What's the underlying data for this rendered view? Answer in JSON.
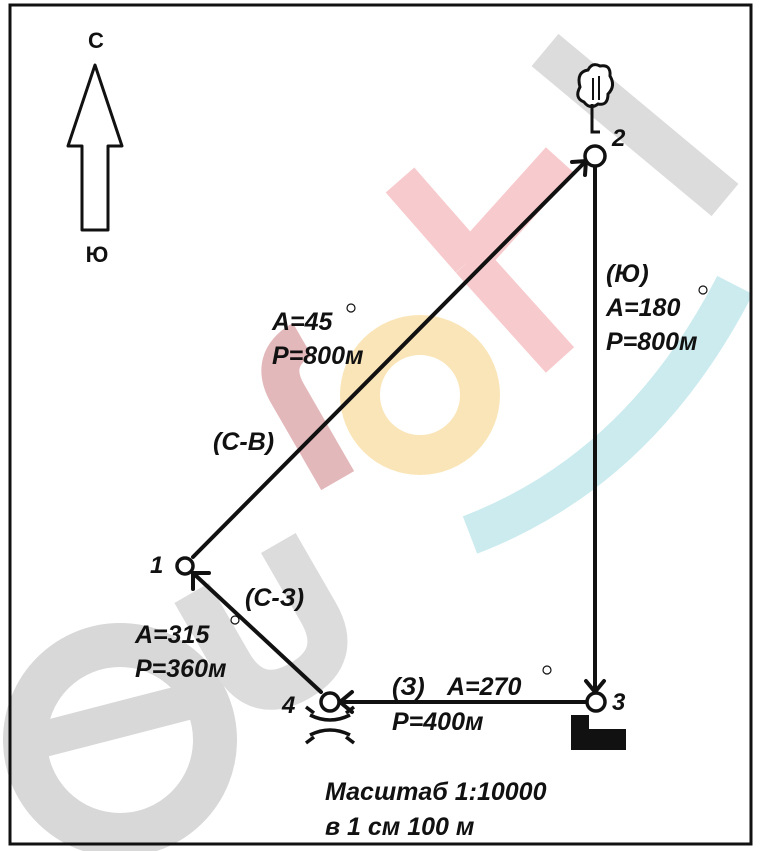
{
  "compass": {
    "north": "С",
    "south": "Ю"
  },
  "points": [
    {
      "id": "p1",
      "label": "1"
    },
    {
      "id": "p2",
      "label": "2"
    },
    {
      "id": "p3",
      "label": "3"
    },
    {
      "id": "p4",
      "label": "4"
    }
  ],
  "legs": {
    "leg_1_2": {
      "direction": "(С-В)",
      "azimuth": "А=45",
      "distance": "Р=800м"
    },
    "leg_2_3": {
      "direction": "(Ю)",
      "azimuth": "А=180",
      "distance": "Р=800м"
    },
    "leg_3_4": {
      "direction": "(З)",
      "azimuth": "А=270",
      "distance": "Р=400м"
    },
    "leg_4_1": {
      "direction": "(С-З)",
      "azimuth": "А=315",
      "distance": "Р=360м"
    }
  },
  "scale": {
    "line1": "Масштаб 1:10000",
    "line2": "в 1 см 100 м"
  },
  "watermark": {
    "text": "euroki",
    "colors": [
      "#cfcfcf",
      "#f4b8bd",
      "#f9e0a8",
      "#bfe6ea"
    ]
  }
}
